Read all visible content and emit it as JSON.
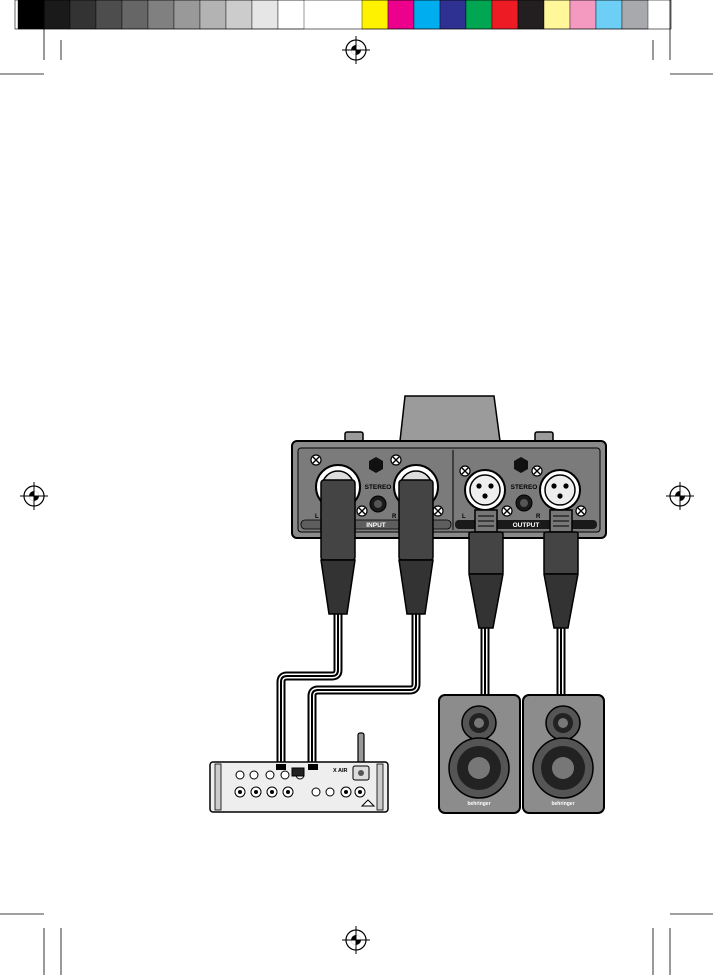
{
  "color_bar": {
    "gray_swatches": [
      "#000000",
      "#1a1a1a",
      "#333333",
      "#4d4d4d",
      "#666666",
      "#808080",
      "#999999",
      "#b3b3b3",
      "#cccccc",
      "#e6e6e6",
      "#ffffff"
    ],
    "color_swatches": [
      "#fff200",
      "#ec008c",
      "#00aeef",
      "#2e3192",
      "#00a651",
      "#ed1c24",
      "#231f20",
      "#fff799",
      "#f49ac1",
      "#6dcff6",
      "#a7a9ac"
    ]
  },
  "colors": {
    "panel": "#8a8a8a",
    "panel_dark": "#5e5e5e",
    "cable": "#111111",
    "speaker_body": "#8c8c8c",
    "mixer_body": "#eeeeee"
  },
  "device": {
    "left_stereo_label": "STEREO",
    "right_stereo_label": "STEREO",
    "input_label": "INPUT",
    "output_label": "OUTPUT",
    "input_l": "L",
    "input_r": "R",
    "output_l": "L",
    "output_r": "R"
  },
  "speakers": {
    "left_brand": "behringer",
    "right_brand": "behringer"
  },
  "mixer": {
    "logo": "X AIR"
  }
}
